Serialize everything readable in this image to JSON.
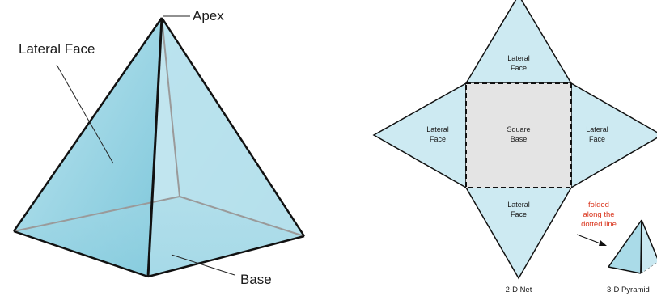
{
  "pyramid": {
    "apex_label": "Apex",
    "lateral_face_label": "Lateral Face",
    "base_label": "Base"
  },
  "net": {
    "top_face": [
      "Lateral",
      "Face"
    ],
    "left_face": [
      "Lateral",
      "Face"
    ],
    "right_face": [
      "Lateral",
      "Face"
    ],
    "bottom_face": [
      "Lateral",
      "Face"
    ],
    "square_base": [
      "Square",
      "Base"
    ],
    "caption": "2-D Net"
  },
  "fold_note": [
    "folded",
    "along the",
    "dotted line"
  ],
  "pyramid_3d_caption": "3-D Pyramid",
  "colors": {
    "face_light": "#cdeaf2",
    "face_mid": "#a9dbe8",
    "face_dark": "#7cc6da",
    "base_grey": "#e4e4e4",
    "note_red": "#d9341c"
  }
}
